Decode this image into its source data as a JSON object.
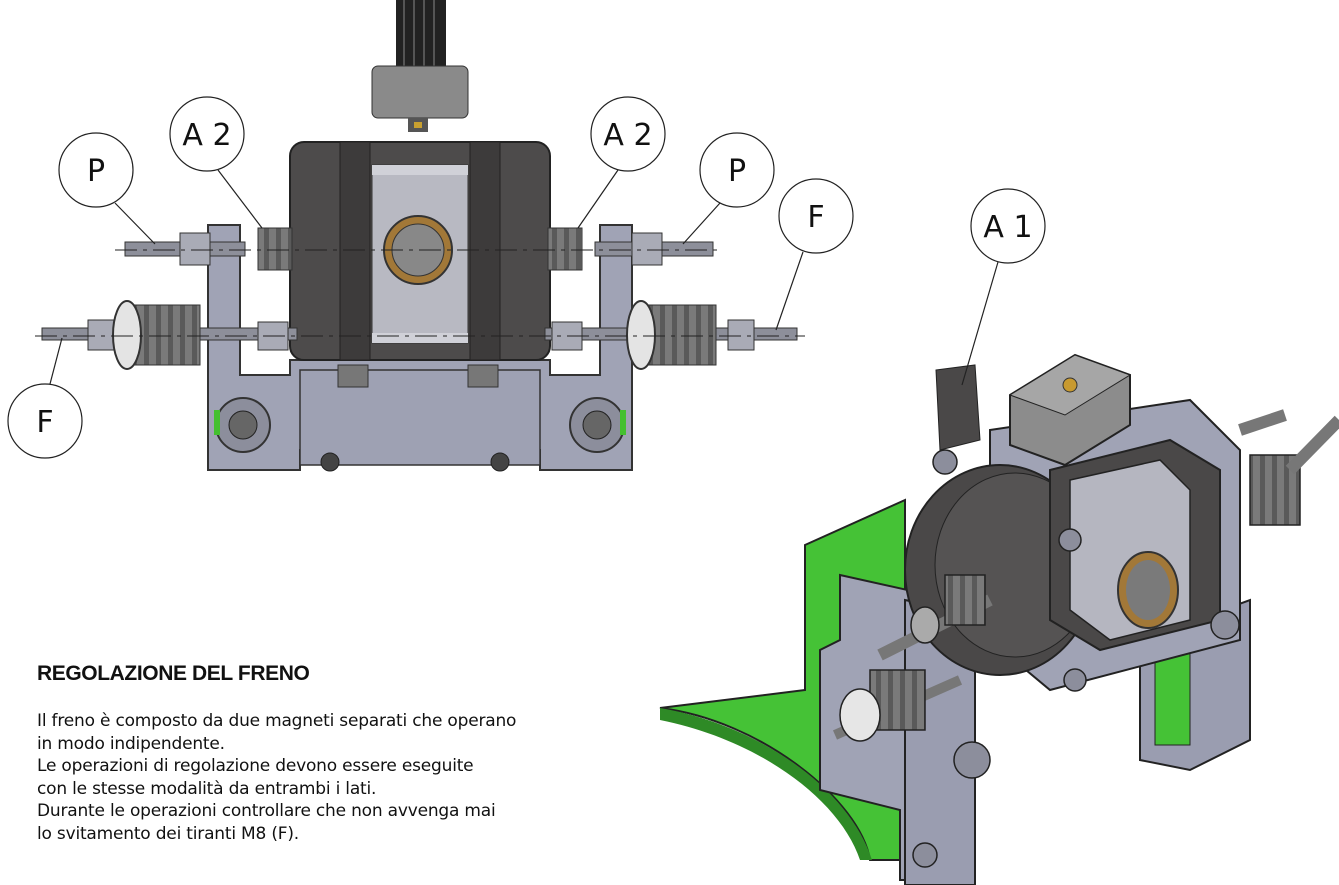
{
  "callouts": {
    "a2_left": "A 2",
    "a2_right": "A 2",
    "p_left": "P",
    "p_right": "P",
    "f_left": "F",
    "f_right": "F",
    "a1": "A 1"
  },
  "section": {
    "heading": "REGOLAZIONE DEL FRENO",
    "lines": [
      "Il freno è composto da due magneti separati che operano",
      "in modo indipendente.",
      "Le operazioni di regolazione devono essere eseguite",
      "con le stesse modalità da entrambi i lati.",
      "Durante le operazioni controllare che non avvenga mai",
      "lo svitamento dei tiranti M8 (F)."
    ]
  },
  "colors": {
    "frame_gray": "#9a9db0",
    "magnet_dark": "#4a4848",
    "spring_gray": "#6e6e6e",
    "belt_green": "#3fbf2f",
    "cap_gray": "#8c8c8c"
  }
}
